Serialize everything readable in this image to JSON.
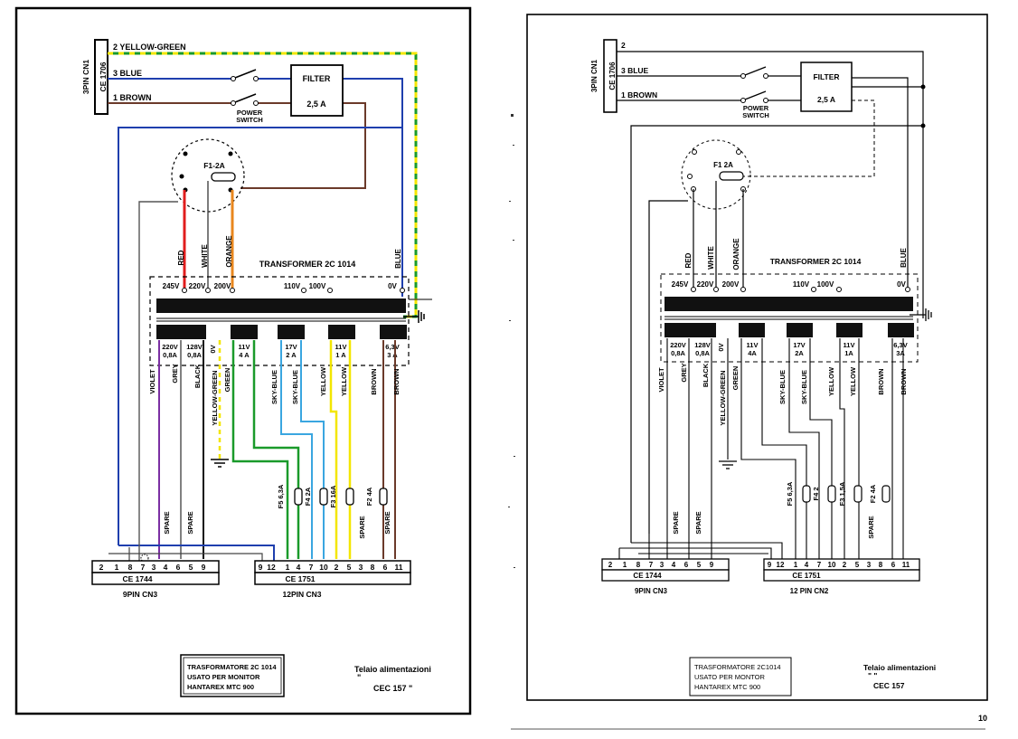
{
  "colors": {
    "red": "#e11d1d",
    "orange": "#e8871e",
    "blue": "#1f3fae",
    "green": "#1a9a2a",
    "sky_blue": "#3aa6e0",
    "yellow": "#f3e600",
    "violet": "#7b2fa3",
    "brown": "#6b3a2a",
    "grey": "#808080",
    "black": "#111111"
  },
  "left": {
    "connector_cn1": {
      "side_label": "3PIN CN1",
      "part": "CE 1706"
    },
    "mains": [
      "2 YELLOW-GREEN",
      "3 BLUE",
      "1 BROWN"
    ],
    "power_switch": "POWER\nSWITCH",
    "filter": {
      "name": "FILTER",
      "rating": "2,5 A"
    },
    "fuse_main": "F1-2A",
    "transformer_title": "TRANSFORMER 2C 1014",
    "primary_wires": [
      "RED",
      "WHITE",
      "ORANGE",
      "BLUE"
    ],
    "primary_taps": [
      "245V",
      "220V",
      "200V",
      "110V",
      "100V",
      "0V"
    ],
    "secondary_taps": [
      "220V\n0,8A",
      "128V\n0,8A",
      "0V",
      "11V\n4 A",
      "17V\n2 A",
      "11V\n1 A",
      "6,3V\n3 A"
    ],
    "secondary_wires": [
      "VIOLET",
      "GREY",
      "BLACK",
      "YELLOW-GREEN",
      "GREEN",
      "SKY-BLUE",
      "SKY-BLUE",
      "YELLOW",
      "YELLOW",
      "BROWN",
      "BROWN"
    ],
    "fuses": [
      "F5 6,3A",
      "F4 2A",
      "F3 16A",
      "F2 4A"
    ],
    "spares": [
      "SPARE",
      "SPARE",
      "SPARE",
      "SPARE"
    ],
    "cn3a": {
      "part": "CE 1744",
      "label": "9PIN CN3",
      "pins": [
        "2",
        "1",
        "8",
        "7",
        "3",
        "4",
        "6",
        "5",
        "9"
      ]
    },
    "cn3b": {
      "part": "CE 1751",
      "label": "12PIN CN3",
      "pins": [
        "9",
        "12",
        "1",
        "4",
        "7",
        "10",
        "2",
        "5",
        "3",
        "8",
        "6",
        "11"
      ]
    },
    "box_text": [
      "TRASFORMATORE 2C 1014",
      "USATO PER MONITOR",
      "HANTAREX MTC 900"
    ],
    "note_text": [
      "Telaio alimentazioni",
      "\"",
      "CEC 157 \""
    ]
  },
  "right": {
    "connector_cn1": {
      "side_label": "3PIN CN1",
      "part": "CE 1706"
    },
    "mains": [
      "2",
      "3 BLUE",
      "1 BROWN"
    ],
    "power_switch": "POWER\nSWITCH",
    "filter": {
      "name": "FILTER",
      "rating": "2,5 A"
    },
    "fuse_main": "F1 2A",
    "transformer_title": "TRANSFORMER 2C 1014",
    "primary_wires": [
      "RED",
      "WHITE",
      "ORANGE",
      "BLUE"
    ],
    "primary_taps": [
      "245V",
      "220V",
      "200V",
      "110V",
      "100V",
      "0V"
    ],
    "secondary_taps": [
      "220V\n0,8A",
      "128V\n0,8A",
      "0V",
      "11V\n4A",
      "17V\n2A",
      "11V\n1A",
      "6,3V\n3A"
    ],
    "secondary_wires": [
      "VIOLET",
      "GREY",
      "BLACK",
      "YELLOW-GREEN",
      "GREEN",
      "SKY-BLUE",
      "SKY-BLUE",
      "YELLOW",
      "YELLOW",
      "BROWN",
      "BROWN"
    ],
    "fuses": [
      "F5 6,3A",
      "F4 2",
      "F3 1,5A",
      "F2 4A"
    ],
    "spares": [
      "SPARE",
      "SPARE",
      "SPARE"
    ],
    "cn3a": {
      "part": "CE 1744",
      "label": "9PIN CN3",
      "pins": [
        "2",
        "1",
        "8",
        "7",
        "3",
        "4",
        "6",
        "5",
        "9"
      ]
    },
    "cn3b": {
      "part": "CE 1751",
      "label": "12 PIN CN2",
      "pins": [
        "9",
        "12",
        "1",
        "4",
        "7",
        "10",
        "2",
        "5",
        "3",
        "8",
        "6",
        "11"
      ]
    },
    "box_text": [
      "TRASFORMATORE 2C1014",
      "USATO PER MONTOR",
      "HANTAREX MTC 900"
    ],
    "note_text": [
      "Telaio alimentazioni",
      "\" \"",
      "CEC 157"
    ]
  },
  "page_number": "10"
}
